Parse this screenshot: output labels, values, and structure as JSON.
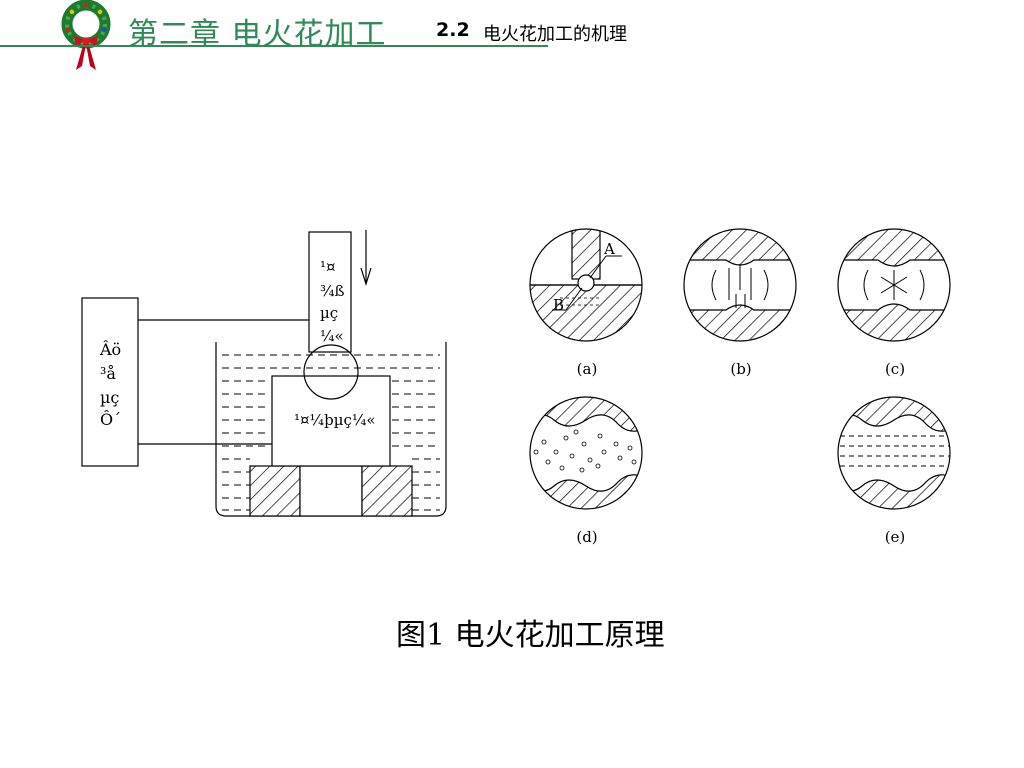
{
  "header": {
    "chapter_title": "第二章  电火花加工",
    "section_number": "2.2",
    "section_title": "电火花加工的机理",
    "accent_color": "#2e8b57",
    "logo_icon": "christmas-wreath-icon"
  },
  "diagram": {
    "power_supply_label": [
      "Âö",
      "³å",
      "µç",
      "Ô´"
    ],
    "tool_electrode_label": [
      "¹¤",
      "¾ß",
      "µç",
      "¼«"
    ],
    "workpiece_label": "¹¤¼þµç¼«",
    "feed_direction_icon": "down-arrow-icon",
    "point_labels": [
      "A",
      "B"
    ],
    "sub_figure_labels": [
      "(a)",
      "(b)",
      "(c)",
      "(d)",
      "(e)"
    ]
  },
  "caption": "图1 电火花加工原理"
}
